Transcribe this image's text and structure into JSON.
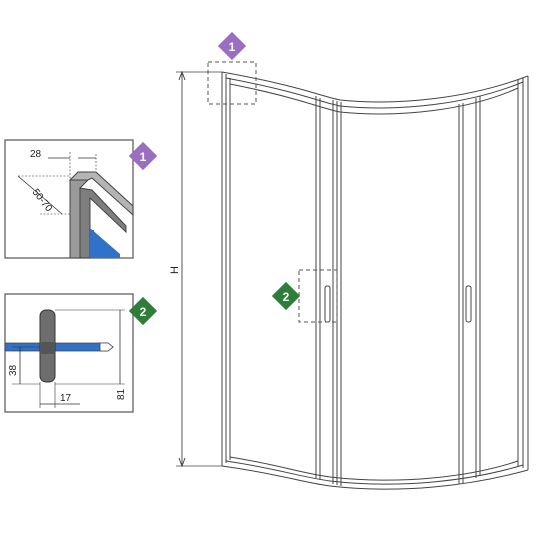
{
  "callouts": [
    {
      "number": "1",
      "color": "#9b6fc0"
    },
    {
      "number": "2",
      "color": "#2e7d3a"
    }
  ],
  "detail_top": {
    "dim_width": "28",
    "dim_range": "50-70"
  },
  "detail_handle": {
    "dim_height": "38",
    "dim_width": "17",
    "dim_total": "81"
  },
  "main": {
    "height_label": "H"
  },
  "colors": {
    "line": "#444444",
    "profile_gray": "#8a8a8a",
    "glass_blue": "#2f72c8"
  }
}
